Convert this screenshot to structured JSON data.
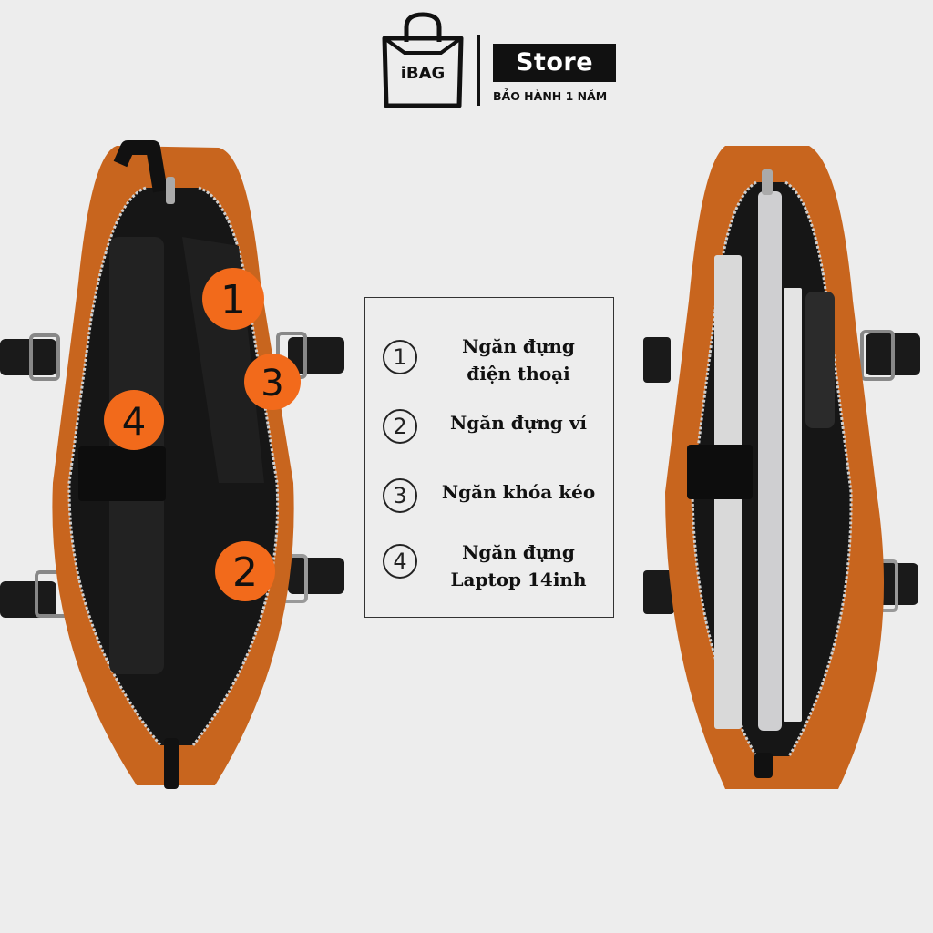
{
  "header": {
    "logo_text": "iBAG",
    "store_label": "Store",
    "warranty_text": "BẢO HÀNH 1 NĂM"
  },
  "callouts": [
    {
      "number": "1",
      "color": "#f26a1b"
    },
    {
      "number": "2",
      "color": "#f26a1b"
    },
    {
      "number": "3",
      "color": "#f26a1b"
    },
    {
      "number": "4",
      "color": "#f26a1b"
    }
  ],
  "legend": {
    "items": [
      {
        "number": "1",
        "line1": "Ngăn đựng",
        "line2": "điện thoại"
      },
      {
        "number": "2",
        "line1": "Ngăn đựng ví",
        "line2": ""
      },
      {
        "number": "3",
        "line1": "Ngăn khóa kéo",
        "line2": ""
      },
      {
        "number": "4",
        "line1": "Ngăn đựng",
        "line2": "Laptop 14inh"
      }
    ]
  },
  "colors": {
    "background": "#ededed",
    "leather_brown": "#c8651e",
    "lining_black": "#161616",
    "callout_orange": "#f26a1b"
  }
}
